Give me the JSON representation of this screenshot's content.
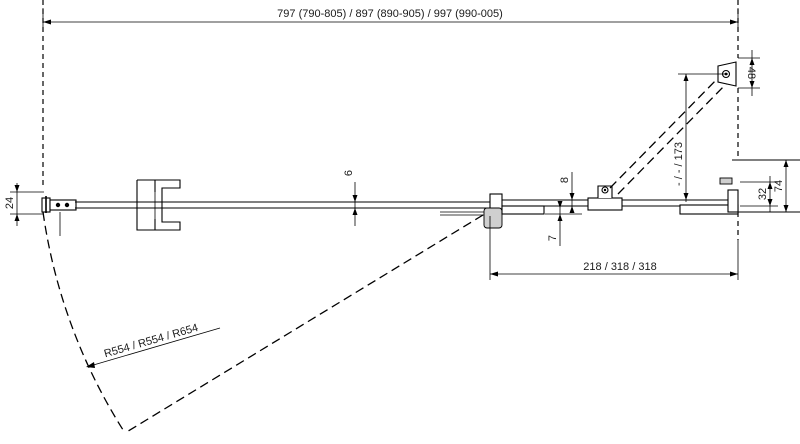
{
  "dimensions": {
    "total_width": "797 (790-805) / 897 (890-905) / 997 (990-005)",
    "wall_profile_width": "24",
    "glass_thickness": "6",
    "handle_height": "8",
    "handle_offset": "7",
    "fixed_panel_width": "218 / 318 / 318",
    "stabilizer_length": "- / - / 173",
    "bracket_width": "48",
    "profile_depth": "32",
    "profile_total_depth": "74",
    "door_swing_radius": "R554 / R554 / R654"
  },
  "colors": {
    "line": "#000000",
    "background": "#ffffff"
  }
}
